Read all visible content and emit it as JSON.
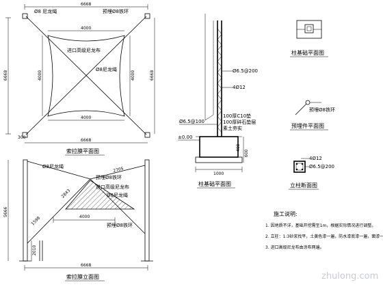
{
  "plan": {
    "dim_top": "6668",
    "dim_left": "6668",
    "dim_right": "6668",
    "dim_bottom": "6668",
    "inner_top": "4000",
    "inner_bottom": "4000",
    "inner_left": "4000",
    "inner_right": "4000",
    "corner_dim": "300",
    "label_rope_top": "Ø8 尼龙绳",
    "label_anchor": "预埋Ø8铁环",
    "label_fabric": "进口高级尼龙布",
    "label_rope_mid": "Ø8尼龙绳",
    "title": "索拉膜平面图"
  },
  "elevation": {
    "label_rope": "Ø8尼龙绳",
    "label_anchor1": "预埋Ø8铁环",
    "label_fabric": "进口高级尼龙布",
    "label_rope2": "Ø8尼龙绳",
    "label_anchor2": "预埋Ø8铁环",
    "dim_2705": "2705",
    "dim_2843": "2843",
    "dim_1598": "1598",
    "dim_4000": "4000",
    "dim_2010": "2010",
    "dim_height": "5666",
    "dim_bottom": "6668",
    "title": "索拉膜立面图"
  },
  "column": {
    "label_ring": "Ø6.5@200",
    "label_bar": "4Ø12",
    "label_stirrup": "Ø6.5@100",
    "label_c10": "100厚C10垫",
    "label_gravel": "100厚碎石垫层",
    "label_soil": "素土夯实",
    "label_zero": "±0.00",
    "dim_600": "600",
    "dim_400": "400",
    "dim_1000": "1000",
    "title": "柱基础平面图"
  },
  "foundation_plan": {
    "title": "柱基础平面图"
  },
  "embed": {
    "label": "预埋Ø8铁环",
    "title": "预埋件平面图"
  },
  "section": {
    "label_bar": "4Ø12",
    "label_ring": "Ø6.5@200",
    "title": "立柱断面图"
  },
  "notes": {
    "title": "施工说明:",
    "items": [
      "1. 因地质不详，基础开挖需至1m，根据实际情况进行调整。",
      "2. 立柱：1:3砂浆找平，土黄色漆一遍，防水漆底漆一遍，面漆一遍。",
      "3. 进口高级尼龙布由涂布两遍。"
    ]
  },
  "watermark": "zhulong.com"
}
